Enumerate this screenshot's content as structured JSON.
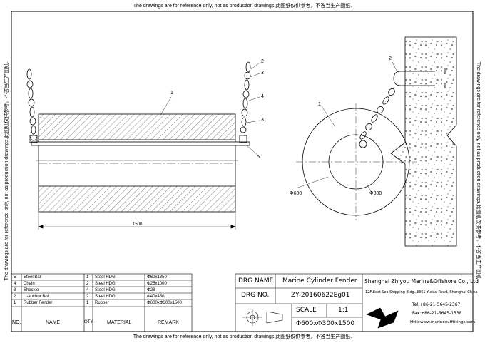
{
  "notice": "The drawings are for reference only, not as production drawings.此图纸仅供参考，不答当生产图纸.",
  "side_notice": "The drawings are for reference only, not as production drawings.此图纸仅供参考，不答当生产图纸.",
  "callouts": {
    "front": [
      "1",
      "2",
      "3",
      "4",
      "3",
      "5"
    ],
    "side": [
      "1",
      "2"
    ]
  },
  "dimensions": {
    "length": "1500",
    "outer_dia": "Φ600",
    "inner_dia": "Φ300"
  },
  "bom": {
    "rows": [
      {
        "no": "5",
        "name": "Steel Bar",
        "qty": "1",
        "material": "Steel HDG",
        "remark": "Φ60x1850"
      },
      {
        "no": "4",
        "name": "Chain",
        "qty": "2",
        "material": "Steel HDG",
        "remark": "Φ25x1000"
      },
      {
        "no": "3",
        "name": "Shackle",
        "qty": "4",
        "material": "Steel HDG",
        "remark": "Φ28"
      },
      {
        "no": "2",
        "name": "U-anchor Bolt",
        "qty": "2",
        "material": "Steel HDG",
        "remark": "Φ40x450"
      },
      {
        "no": "1",
        "name": "Rubber Fender",
        "qty": "1",
        "material": "Rubber",
        "remark": "Φ600xΦ300x1500"
      }
    ],
    "header": {
      "no": "NO.",
      "name": "NAME",
      "qty": "QTY.",
      "material": "MATERIAL",
      "remark": "REMARK"
    }
  },
  "title_block": {
    "drg_name_label": "DRG NAME",
    "drg_name": "Marine Cylinder Fender",
    "drg_no_label": "DRG NO.",
    "drg_no": "ZY-20160622Eg01",
    "scale_label": "SCALE",
    "scale": "1:1",
    "size": "Φ600xΦ300x1500",
    "company": "Shanghai Zhiyou Marine&Offshore Co., Ltd",
    "address": "12F,East Sea Shipping Bldg.,3861 Yixian Road, Shanghai China",
    "tel": "Tel:+86-21-5645-2367",
    "fax": "Fax:+86-21-5645-1538",
    "web": "Http:www.marineoutfittings.com"
  }
}
